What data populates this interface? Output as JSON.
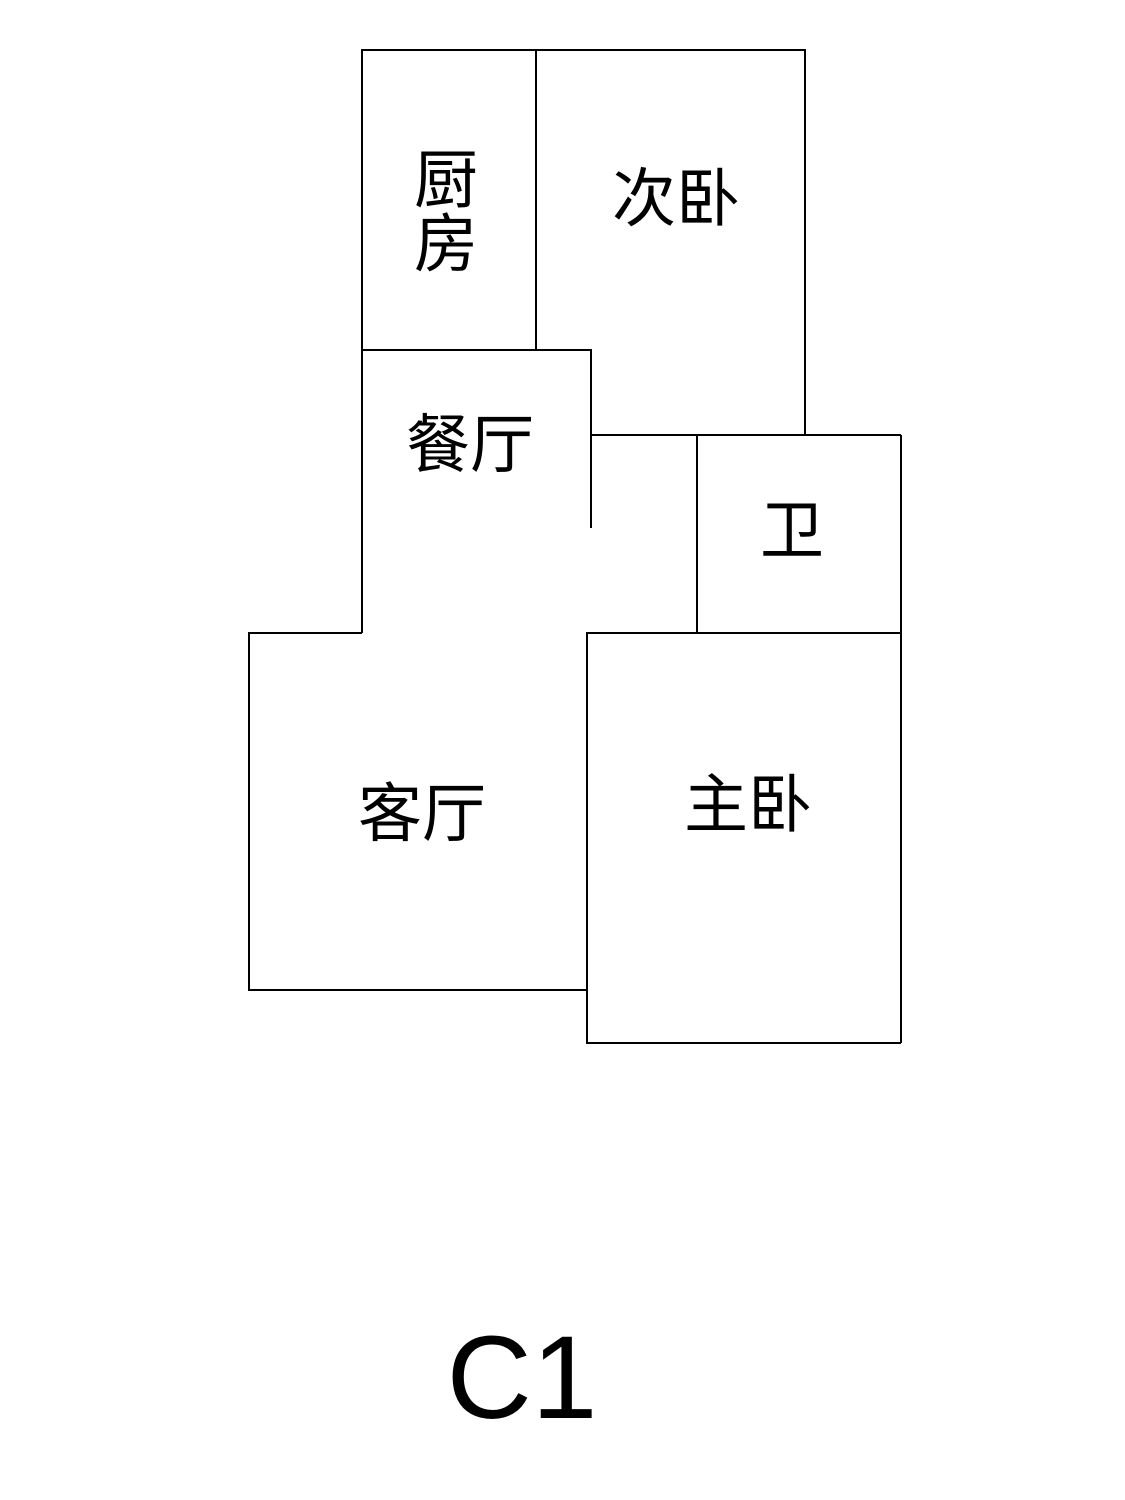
{
  "plan": {
    "title": "C1",
    "rooms": {
      "kitchen": "厨房",
      "second_bedroom": "次卧",
      "dining": "餐厅",
      "bathroom": "卫",
      "living": "客厅",
      "master_bedroom": "主卧"
    },
    "line_color": "#000000"
  }
}
